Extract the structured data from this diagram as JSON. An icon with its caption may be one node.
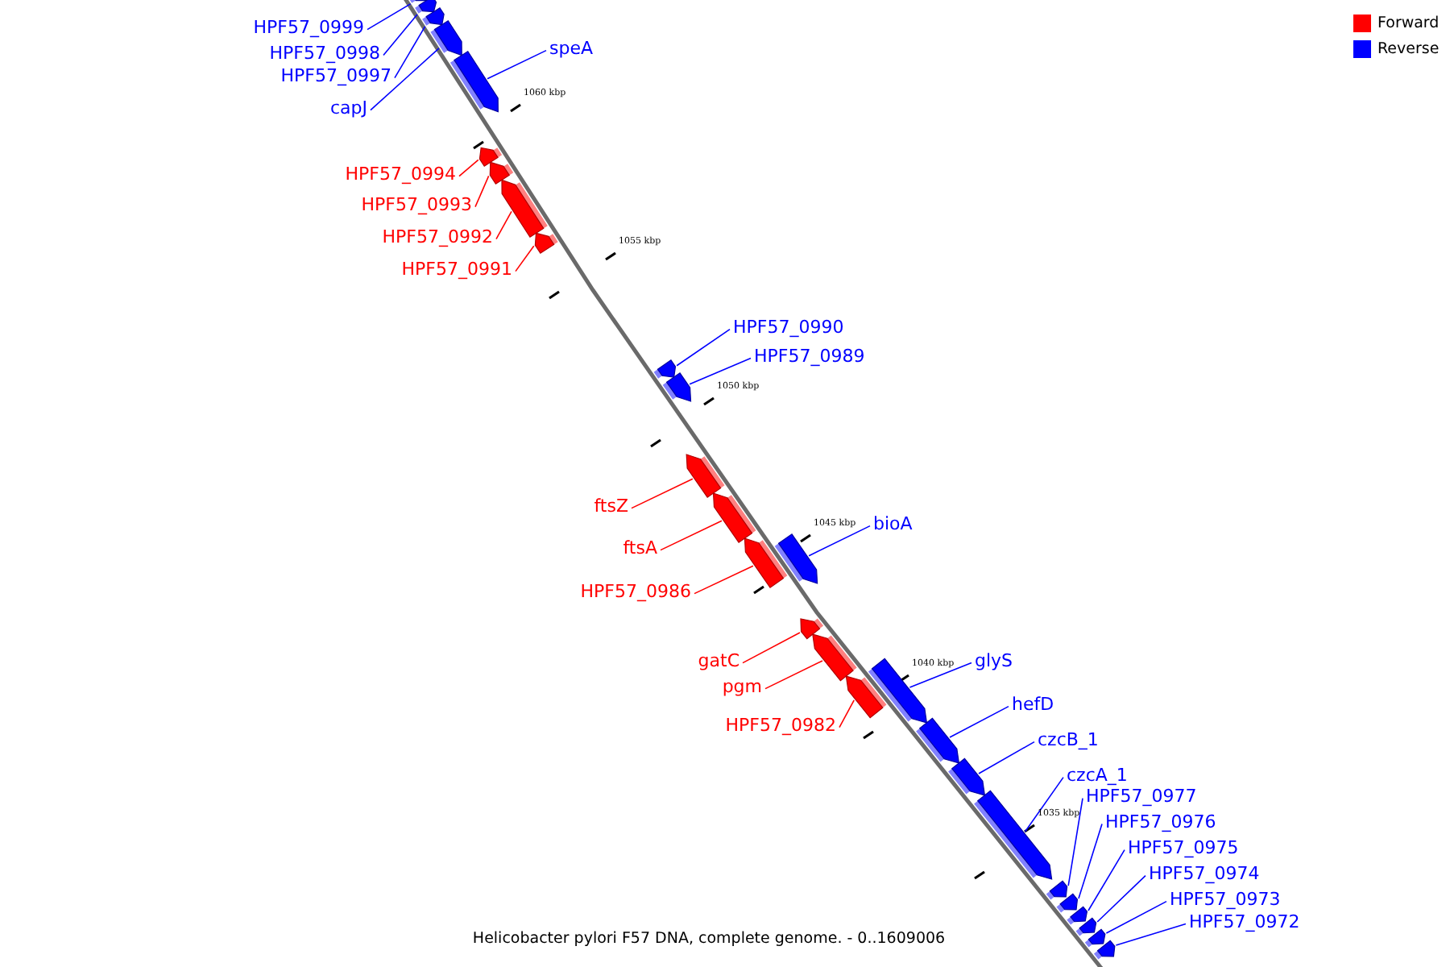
{
  "diagram": {
    "caption": "Helicobacter pylori F57 DNA, complete genome. - 0..1609006",
    "nodes": [
      {
        "text": [
          "HPF57_0999"
        ]
      },
      {
        "text": [],
        "shape": "bar"
      },
      {
        "text": [
          "HPF57_0998"
        ]
      },
      {
        "text": [],
        "shape": "bar"
      },
      {
        "text": [
          "HPF57_0997"
        ]
      },
      {
        "text": [],
        "shape": "bar"
      },
      {
        "text": [
          "capJ"
        ]
      },
      {
        "text": [],
        "shape": "bar"
      },
      {
        "text": [
          "speA"
        ]
      },
      {
        "text": [],
        "shape": "bar"
      },
      {
        "text": [
          "HPF57_0994"
        ]
      },
      {
        "text": [],
        "shape": "bar"
      },
      {
        "text": [
          "HPF57_0993"
        ]
      },
      {
        "text": [],
        "shape": "bar"
      },
      {
        "text": [
          "HPF57_0992"
        ]
      },
      {
        "text": [],
        "shape": "bar"
      },
      {
        "text": [
          "HPF57_0991"
        ]
      },
      {
        "text": [],
        "shape": "bar"
      },
      {
        "text": [
          "HPF57_0990"
        ]
      },
      {
        "text": [],
        "shape": "bar"
      },
      {
        "text": [
          "HPF57_0989"
        ]
      },
      {
        "text": [],
        "shape": "bar"
      },
      {
        "text": [
          "ftsZ"
        ]
      },
      {
        "text": [],
        "shape": "bar"
      },
      {
        "text": [
          "ftsA"
        ]
      },
      {
        "text": [],
        "shape": "bar"
      },
      {
        "text": [
          "HPF57_0986"
        ]
      },
      {
        "text": [],
        "shape": "bar"
      },
      {
        "text": [
          "bioA"
        ]
      },
      {
        "text": [],
        "shape": "bar"
      },
      {
        "text": [
          "gatC"
        ]
      },
      {
        "text": [],
        "shape": "bar"
      },
      {
        "text": [
          "pgm"
        ]
      },
      {
        "text": [],
        "shape": "bar"
      },
      {
        "text": [
          "HPF57_0982"
        ]
      },
      {
        "text": [],
        "shape": "bar"
      },
      {
        "text": [
          "glyS"
        ]
      },
      {
        "text": [],
        "shape": "bar"
      },
      {
        "text": [
          "hefD"
        ]
      },
      {
        "text": [],
        "shape": "bar"
      },
      {
        "text": [
          "czcB_1"
        ]
      },
      {
        "text": [],
        "shape": "bar"
      },
      {
        "text": [
          "czcA_1"
        ]
      },
      {
        "text": [],
        "shape": "bar"
      },
      {
        "text": [
          "HPF57_0977"
        ]
      },
      {
        "text": [],
        "shape": "bar"
      },
      {
        "text": [
          "HPF57_0976"
        ]
      },
      {
        "text": [],
        "shape": "bar"
      },
      {
        "text": [
          "HPF57_0975"
        ]
      },
      {
        "text": [],
        "shape": "bar"
      },
      {
        "text": [
          "HPF57_0974"
        ]
      },
      {
        "text": [],
        "shape": "bar"
      },
      {
        "text": [
          "HPF57_0973"
        ]
      },
      {
        "text": [],
        "shape": "bar"
      },
      {
        "text": [
          "HPF57_0972"
        ]
      },
      {
        "text": [],
        "shape": "bar"
      }
    ],
    "edges": [
      {
        "from": 0,
        "to": 1,
        "arrow": "none"
      },
      {
        "from": 2,
        "to": 3,
        "arrow": "none"
      },
      {
        "from": 4,
        "to": 5,
        "arrow": "none"
      },
      {
        "from": 6,
        "to": 7,
        "arrow": "none"
      },
      {
        "from": 8,
        "to": 9,
        "arrow": "none"
      },
      {
        "from": 10,
        "to": 11,
        "arrow": "none",
        "color": "#ff0000"
      },
      {
        "from": 12,
        "to": 13,
        "arrow": "none",
        "color": "#ff0000"
      },
      {
        "from": 14,
        "to": 15,
        "arrow": "none",
        "color": "#ff0000"
      },
      {
        "from": 16,
        "to": 17,
        "arrow": "none",
        "color": "#ff0000"
      },
      {
        "from": 18,
        "to": 19,
        "arrow": "none"
      },
      {
        "from": 20,
        "to": 21,
        "arrow": "none"
      },
      {
        "from": 22,
        "to": 23,
        "arrow": "none",
        "color": "#ff0000"
      },
      {
        "from": 24,
        "to": 25,
        "arrow": "none",
        "color": "#ff0000"
      },
      {
        "from": 26,
        "to": 27,
        "arrow": "none",
        "color": "#ff0000"
      },
      {
        "from": 28,
        "to": 29,
        "arrow": "none"
      },
      {
        "from": 30,
        "to": 31,
        "arrow": "none",
        "color": "#ff0000"
      },
      {
        "from": 32,
        "to": 33,
        "arrow": "none",
        "color": "#ff0000"
      },
      {
        "from": 34,
        "to": 35,
        "arrow": "none",
        "color": "#ff0000"
      },
      {
        "from": 36,
        "to": 37,
        "arrow": "none"
      },
      {
        "from": 38,
        "to": 39,
        "arrow": "none"
      },
      {
        "from": 40,
        "to": 41,
        "arrow": "none"
      },
      {
        "from": 42,
        "to": 43,
        "arrow": "none"
      },
      {
        "from": 44,
        "to": 45,
        "arrow": "none"
      },
      {
        "from": 46,
        "to": 47,
        "arrow": "none"
      },
      {
        "from": 48,
        "to": 49,
        "arrow": "none"
      },
      {
        "from": 50,
        "to": 51,
        "arrow": "none"
      },
      {
        "from": 52,
        "to": 53,
        "arrow": "none"
      },
      {
        "from": 54,
        "to": 55,
        "arrow": "none"
      }
    ],
    "labels": [
      "1060 kbp",
      "1055 kbp",
      "1050 kbp",
      "1045 kbp",
      "1040 kbp",
      "1035 kbp"
    ],
    "legend": [
      {
        "text": "Forward",
        "color": "#ff0000"
      },
      {
        "text": "Reverse",
        "color": "#0000ff"
      }
    ]
  }
}
